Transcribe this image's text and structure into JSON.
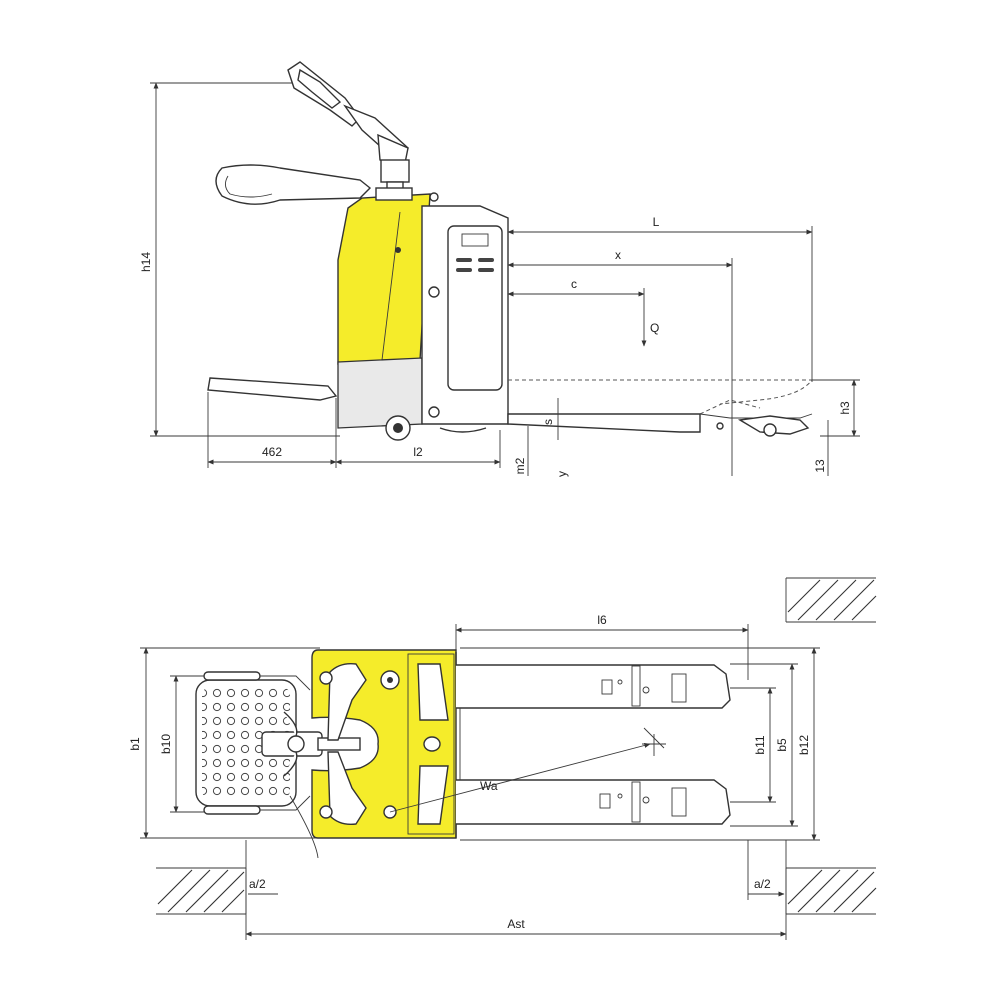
{
  "labels": {
    "h14": "h14",
    "L": "L",
    "x": "x",
    "c": "c",
    "Q": "Q",
    "s": "s",
    "h3": "h3",
    "h13": "13",
    "m2": "m2",
    "y": "y",
    "d462": "462",
    "l2": "l2",
    "l6": "l6",
    "b1": "b1",
    "b10": "b10",
    "b11": "b11",
    "b5": "b5",
    "b12": "b12",
    "Wa": "Wa",
    "a2_left": "a/2",
    "a2_right": "a/2",
    "Ast": "Ast"
  },
  "colors": {
    "body_yellow": "#f5ec2a",
    "line": "#3a3a3a"
  }
}
